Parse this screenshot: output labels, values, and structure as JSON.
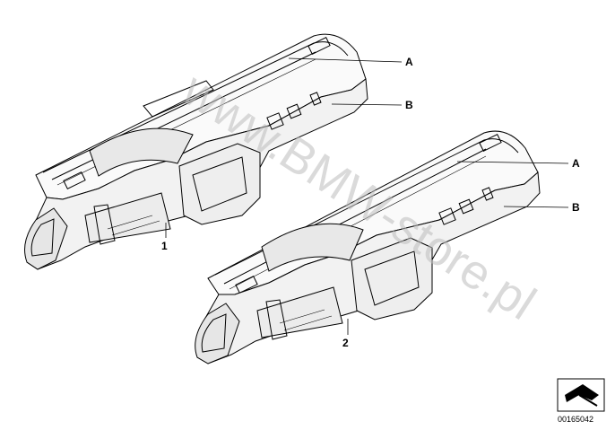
{
  "diagram": {
    "watermark": "www.BMW-store.pl",
    "diagram_id": "00165042",
    "parts": [
      {
        "number": "1",
        "labels": [
          "A",
          "B"
        ]
      },
      {
        "number": "2",
        "labels": [
          "A",
          "B"
        ]
      }
    ]
  }
}
